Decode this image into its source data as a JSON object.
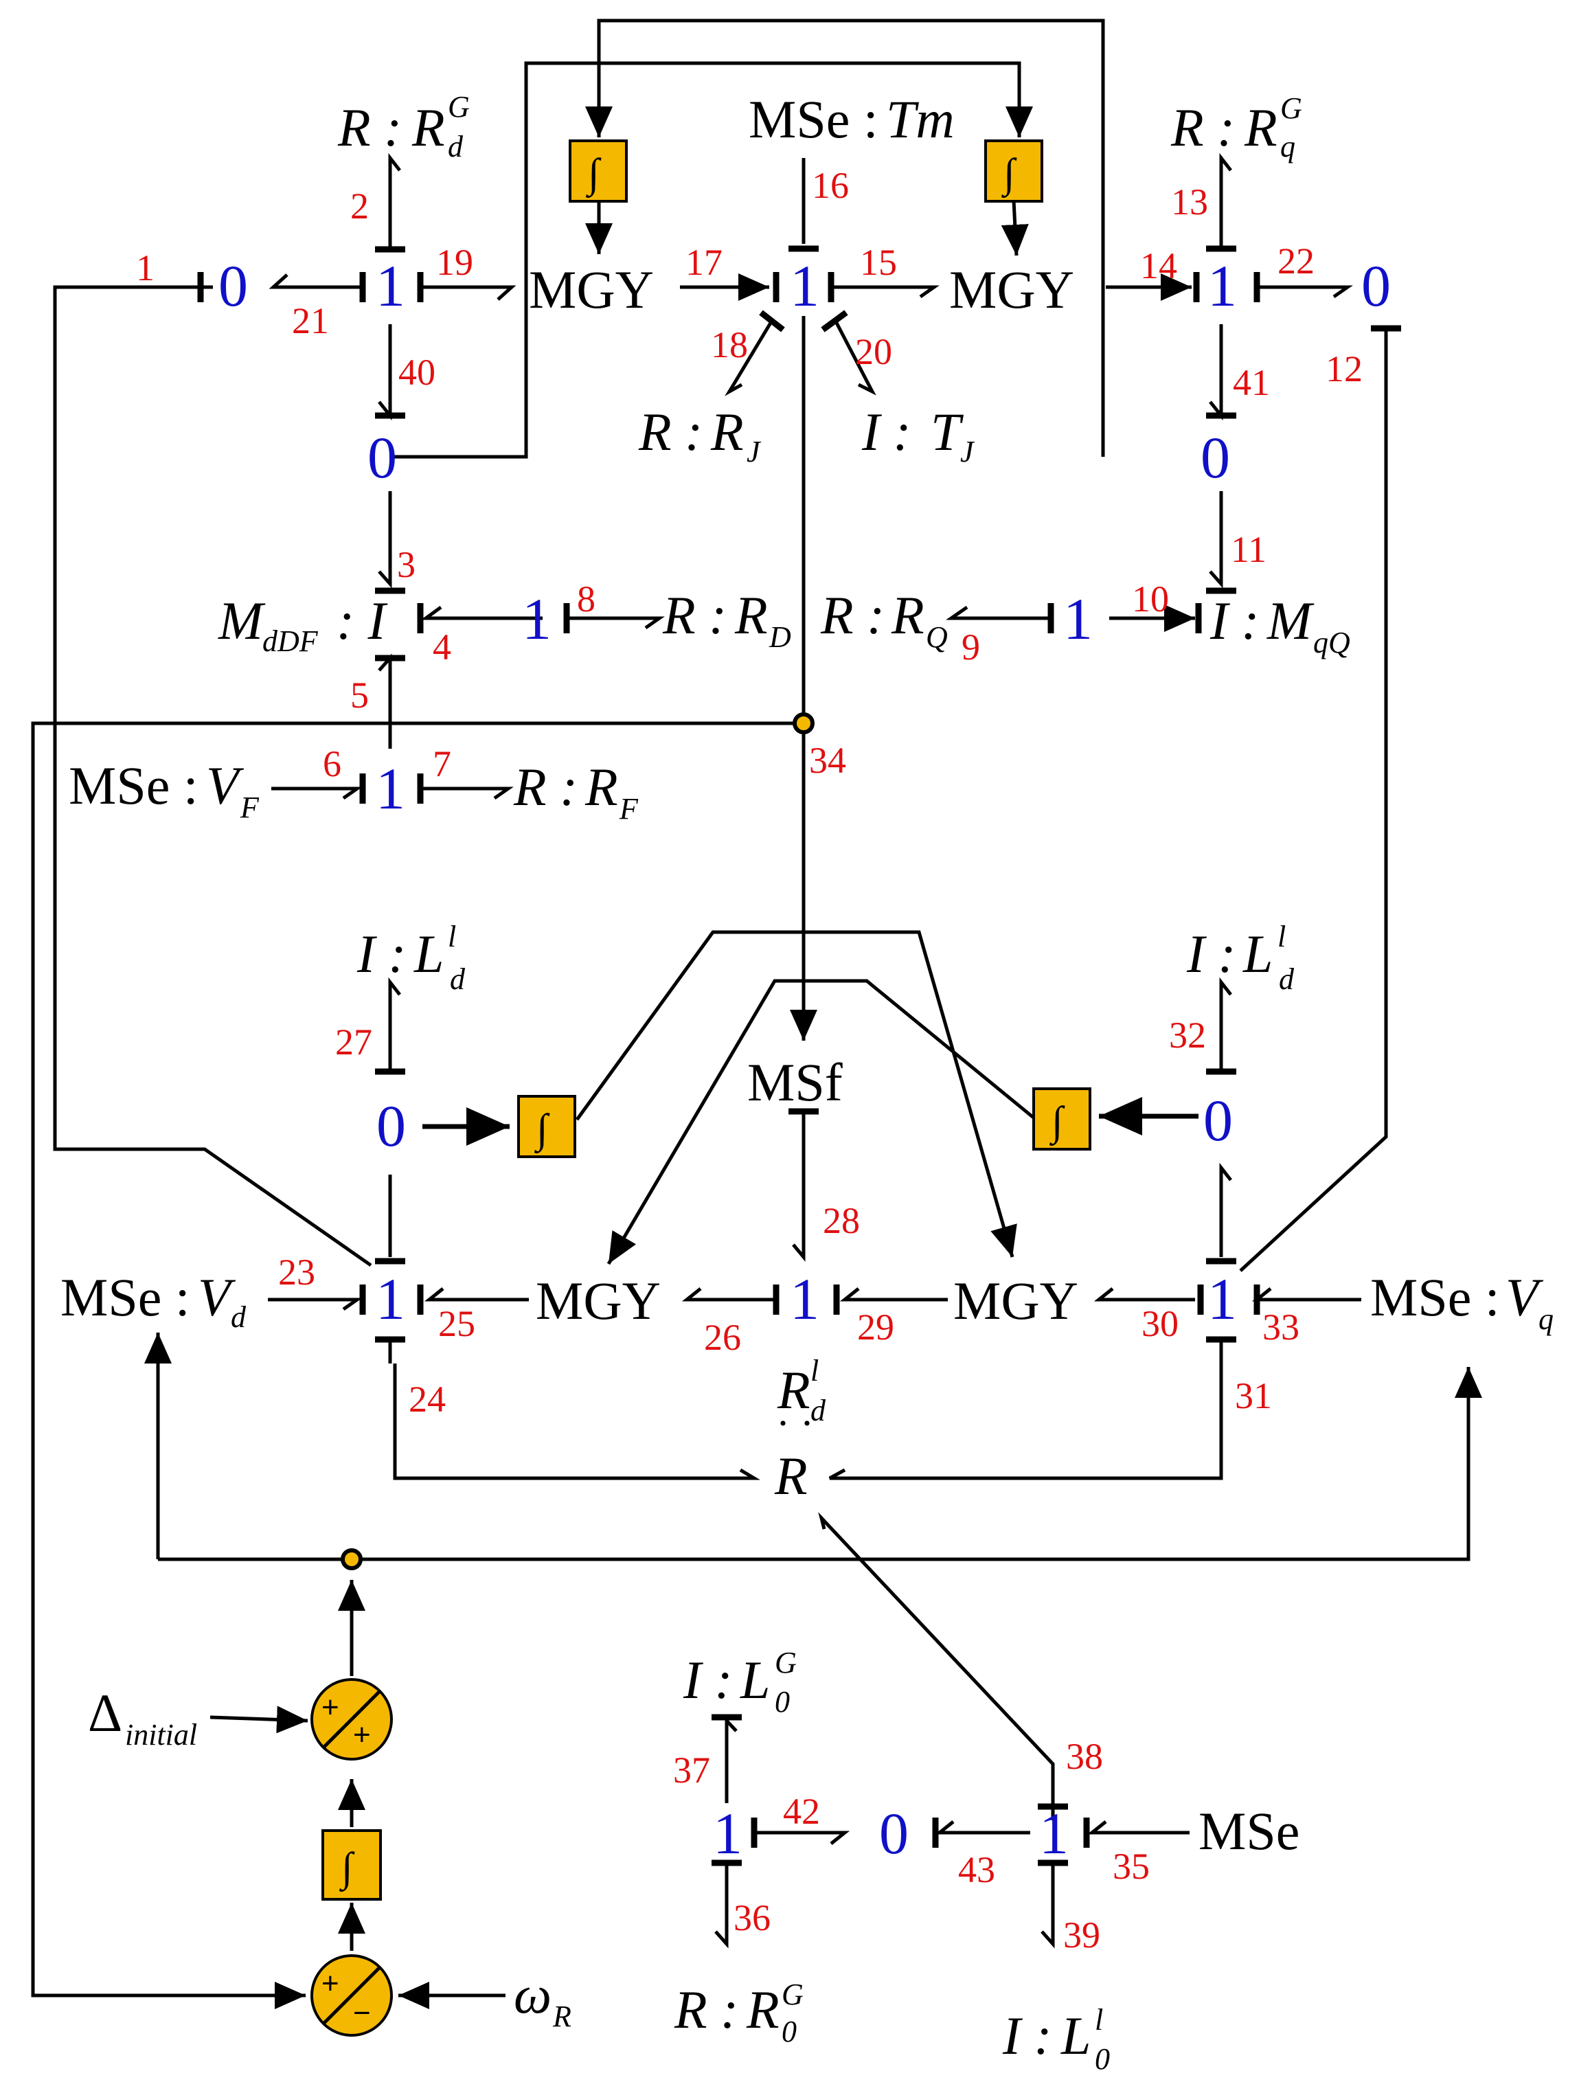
{
  "colors": {
    "junction": "#1010c8",
    "bond_number": "#e01010",
    "block_fill": "#f5b800",
    "line": "#000000"
  },
  "junctions": {
    "j0_a": "0",
    "j1_a": "1",
    "j0_b": "0",
    "j1_top": "1",
    "j1_b": "1",
    "j0_c": "0",
    "j0_d": "0",
    "j1_rd": "1",
    "j1_rq": "1",
    "j1_vf": "1",
    "j0_e": "0",
    "j0_f": "0",
    "j1_d": "1",
    "j1_mid": "1",
    "j1_q": "1",
    "j1_zl": "1",
    "j0_g": "0",
    "j1_zr": "1"
  },
  "labels": {
    "mgy": "MGY",
    "msf": "MSf",
    "mse": "MSe",
    "mse_colon": "MSe :",
    "r_colon": "R :",
    "i_colon": "I :",
    "colon_i": ": I",
    "r_letter": "R",
    "i_letter": "I",
    "tm": "Tm",
    "integral": "∫",
    "dots": "· ·",
    "delta": "Δ",
    "omega": "ω"
  },
  "symbols": {
    "RdG_main": "R",
    "RdG_sup": "G",
    "RdG_sub": "d",
    "RqG_main": "R",
    "RqG_sup": "G",
    "RqG_sub": "q",
    "RJ_main": "R",
    "RJ_sub": "J",
    "TJ_main": "T",
    "TJ_sub": "J",
    "MdDF_main": "M",
    "MdDF_sub": "dDF",
    "RD_main": "R",
    "RD_sub": "D",
    "RQ_main": "R",
    "RQ_sub": "Q",
    "MqQ_main": "M",
    "MqQ_sub": "qQ",
    "VF_main": "V",
    "VF_sub": "F",
    "RF_main": "R",
    "RF_sub": "F",
    "Ldl_main": "L",
    "Ldl_sup": "l",
    "Ldl_sub": "d",
    "Vd_main": "V",
    "Vd_sub": "d",
    "Vq_main": "V",
    "Vq_sub": "q",
    "Rdl_main": "R",
    "Rdl_sup": "l",
    "Rdl_sub": "d",
    "L0G_main": "L",
    "L0G_sup": "G",
    "L0G_sub": "0",
    "R0G_main": "R",
    "R0G_sup": "G",
    "R0G_sub": "0",
    "L0l_main": "L",
    "L0l_sup": "l",
    "L0l_sub": "0",
    "initial_sub": "initial",
    "omegaR_sub": "R"
  },
  "sum_signs": {
    "plus": "+",
    "minus": "−"
  },
  "bonds": [
    "1",
    "2",
    "3",
    "4",
    "5",
    "6",
    "7",
    "8",
    "9",
    "10",
    "11",
    "12",
    "13",
    "14",
    "15",
    "16",
    "17",
    "18",
    "19",
    "20",
    "21",
    "22",
    "23",
    "24",
    "25",
    "26",
    "27",
    "28",
    "29",
    "30",
    "31",
    "32",
    "33",
    "34",
    "35",
    "36",
    "37",
    "38",
    "39",
    "40",
    "41",
    "42",
    "43"
  ]
}
